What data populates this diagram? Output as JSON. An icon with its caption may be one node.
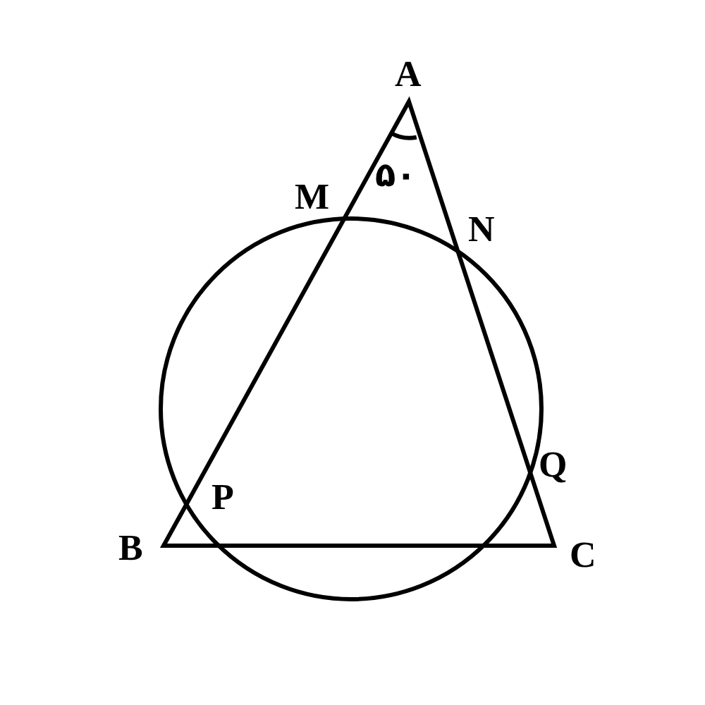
{
  "diagram": {
    "labels": [
      "A",
      "M",
      "۵۰",
      "N",
      "Q",
      "P",
      "B",
      "C"
    ]
  }
}
